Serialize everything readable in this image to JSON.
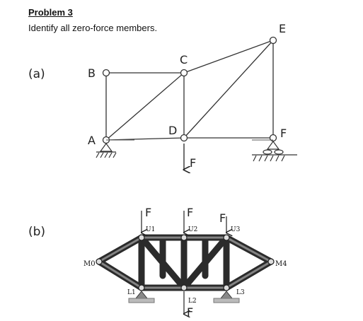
{
  "problem": {
    "title": "Problem 3",
    "prompt": "Identify all zero-force members."
  },
  "part_a": {
    "label": "(a)",
    "joints": {
      "A": "A",
      "B": "B",
      "C": "C",
      "D": "D",
      "E": "E",
      "F": "F"
    },
    "load": "F"
  },
  "part_b": {
    "label": "(b)",
    "joints": {
      "M0": "M0",
      "M4": "M4",
      "U1": "U1",
      "U2": "U2",
      "U3": "U3",
      "L1": "L1",
      "L2": "L2",
      "L3": "L3"
    },
    "loads": [
      "F",
      "F",
      "F",
      "F"
    ]
  }
}
